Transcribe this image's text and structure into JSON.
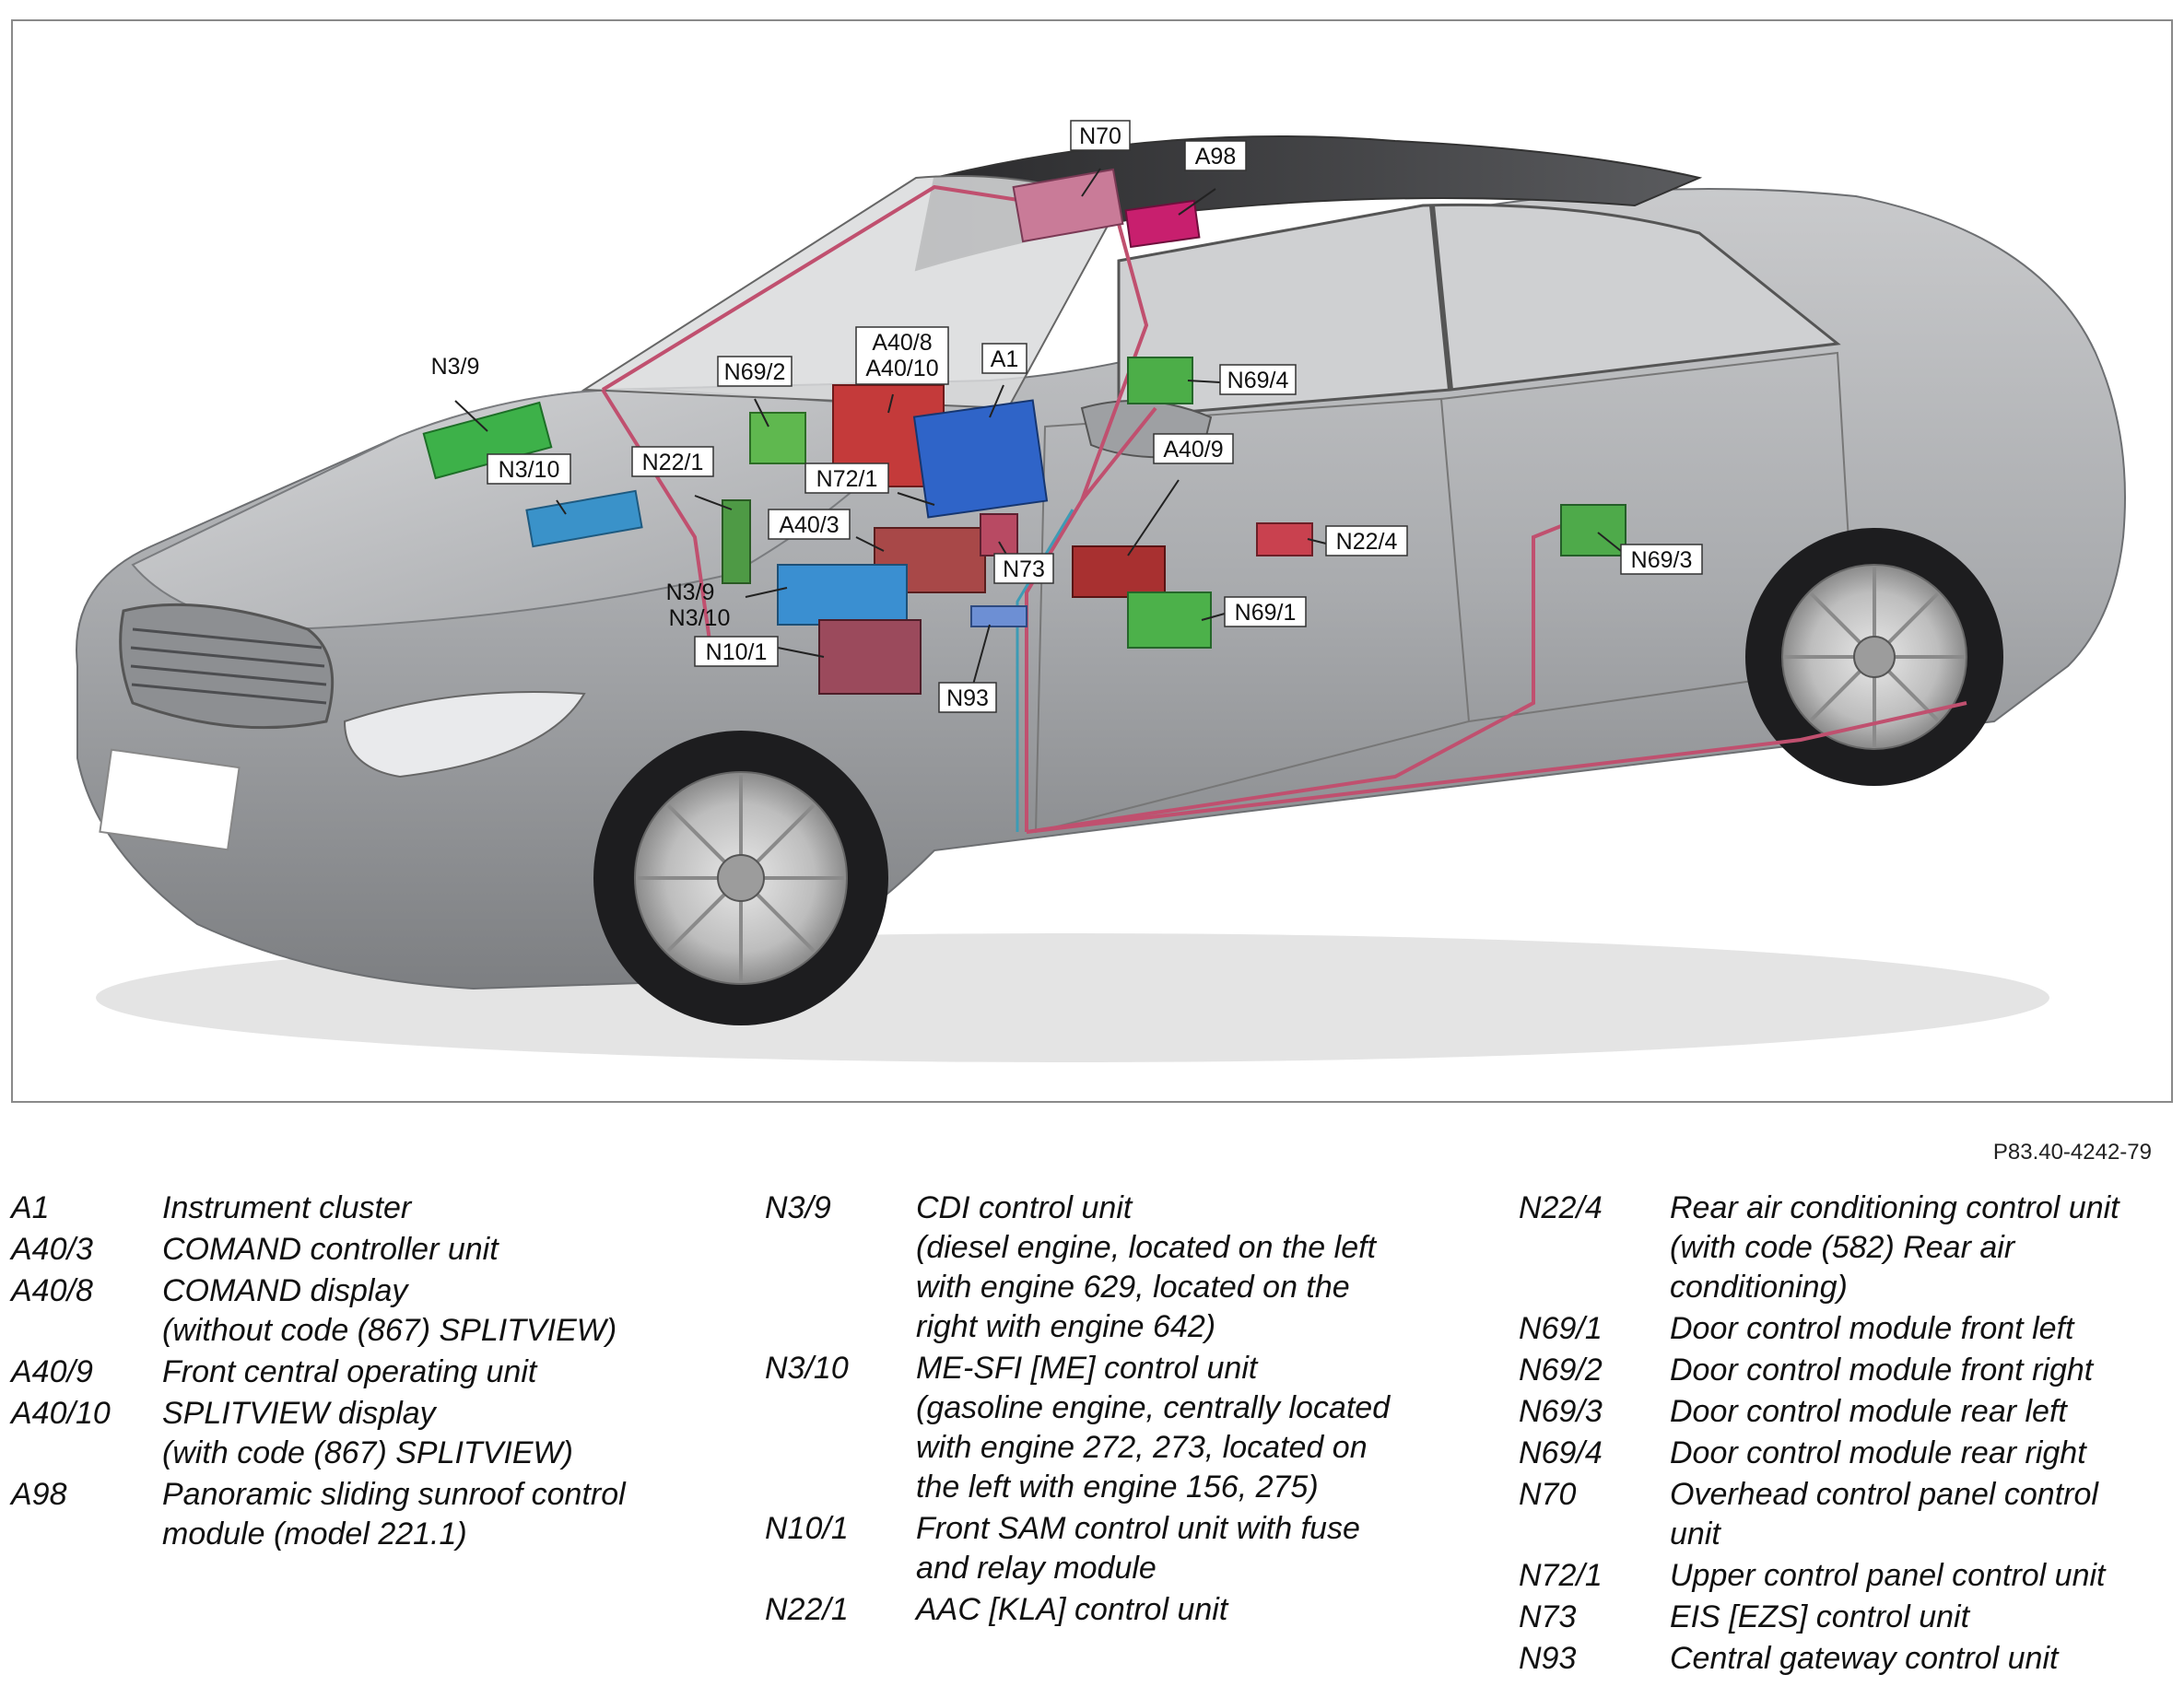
{
  "figure": {
    "figure_code": "P83.40-4242-79",
    "callouts": [
      "N70",
      "A98",
      "N3/9",
      "N69/2",
      "A40/8",
      "A40/10",
      "A1",
      "N69/4",
      "N3/10",
      "N22/1",
      "N72/1",
      "A40/9",
      "A40/3",
      "N22/4",
      "N69/3",
      "N73",
      "N3/9",
      "N3/10",
      "N69/1",
      "N10/1",
      "N93"
    ]
  },
  "legend": {
    "col1": [
      {
        "code": "A1",
        "lines": [
          "Instrument cluster"
        ]
      },
      {
        "code": "A40/3",
        "lines": [
          "COMAND controller unit"
        ]
      },
      {
        "code": "A40/8",
        "lines": [
          "COMAND display",
          "(without code (867) SPLITVIEW)"
        ]
      },
      {
        "code": "A40/9",
        "lines": [
          "Front central operating unit"
        ]
      },
      {
        "code": "A40/10",
        "lines": [
          "SPLITVIEW display",
          "(with code (867) SPLITVIEW)"
        ]
      },
      {
        "code": "A98",
        "lines": [
          "Panoramic sliding sunroof control",
          "module (model 221.1)"
        ]
      }
    ],
    "col2": [
      {
        "code": "N3/9",
        "lines": [
          "CDI control unit",
          "(diesel engine, located on the left",
          "with engine 629, located on the",
          "right with engine 642)"
        ]
      },
      {
        "code": "N3/10",
        "lines": [
          "ME-SFI [ME] control unit",
          "(gasoline engine, centrally located",
          "with engine 272, 273, located on",
          "the left with engine 156, 275)"
        ]
      },
      {
        "code": "N10/1",
        "lines": [
          "Front SAM control unit with fuse",
          "and relay module"
        ]
      },
      {
        "code": "N22/1",
        "lines": [
          "AAC [KLA] control unit"
        ]
      }
    ],
    "col3": [
      {
        "code": "N22/4",
        "lines": [
          "Rear air conditioning control unit",
          "(with code (582) Rear air",
          "conditioning)"
        ]
      },
      {
        "code": "N69/1",
        "lines": [
          "Door control module front left"
        ]
      },
      {
        "code": "N69/2",
        "lines": [
          "Door control module front right"
        ]
      },
      {
        "code": "N69/3",
        "lines": [
          "Door control module rear left"
        ]
      },
      {
        "code": "N69/4",
        "lines": [
          "Door control module rear right"
        ]
      },
      {
        "code": "N70",
        "lines": [
          "Overhead control panel control",
          "unit"
        ]
      },
      {
        "code": "N72/1",
        "lines": [
          "Upper control panel control unit"
        ]
      },
      {
        "code": "N73",
        "lines": [
          "EIS [EZS] control unit"
        ]
      },
      {
        "code": "N93",
        "lines": [
          "Central gateway control unit"
        ]
      }
    ]
  }
}
